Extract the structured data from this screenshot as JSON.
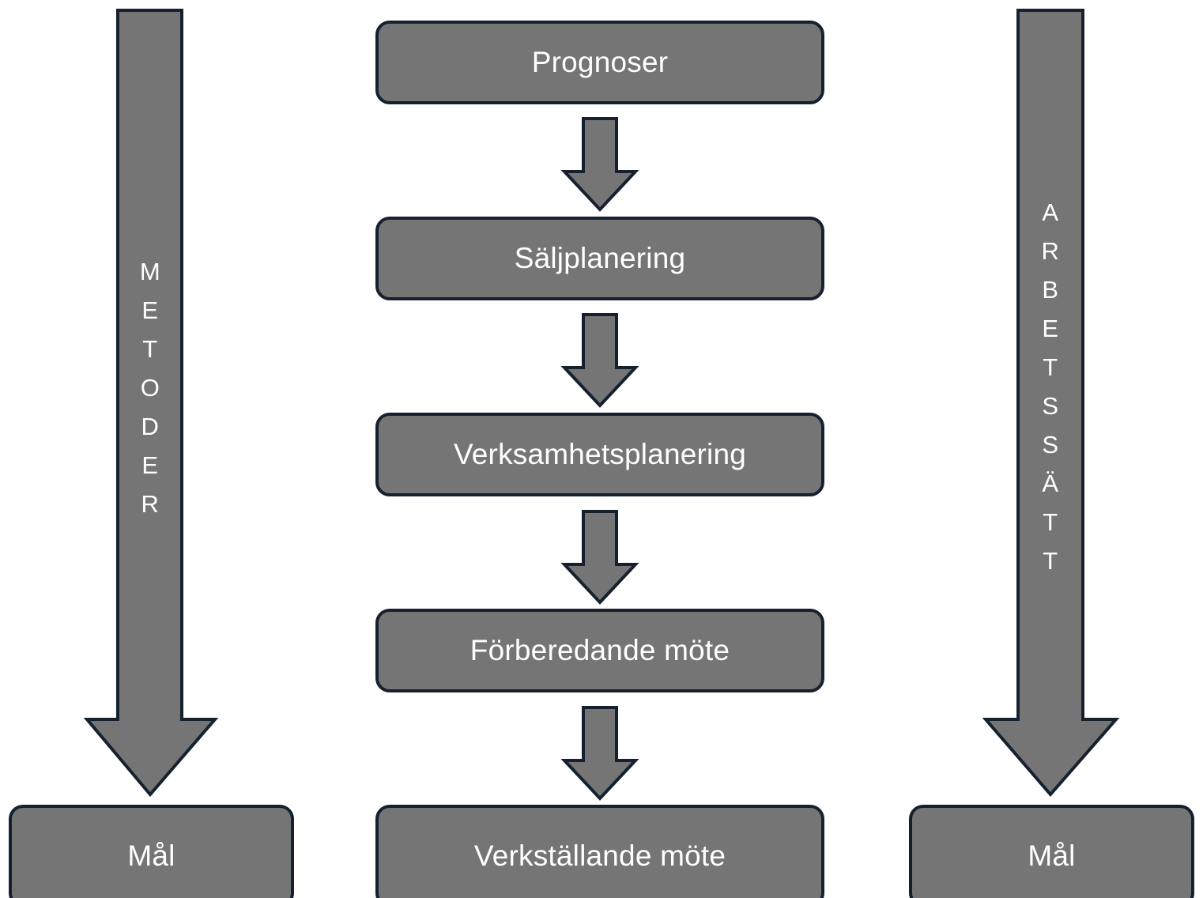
{
  "diagram": {
    "type": "flowchart",
    "orientation": "vertical",
    "language": "sv",
    "colors": {
      "node_fill": "#757575",
      "node_border": "#16212f",
      "node_text": "#ffffff",
      "arrow_fill": "#757575",
      "arrow_border": "#16212f",
      "background": "#ffffff"
    }
  },
  "left_column": {
    "arrow_label": "METODER",
    "arrow_letters": [
      "M",
      "E",
      "T",
      "O",
      "D",
      "E",
      "R"
    ],
    "target_label": "Mål"
  },
  "center_column": {
    "steps": [
      {
        "label": "Prognoser"
      },
      {
        "label": "Säljplanering"
      },
      {
        "label": "Verksamhetsplanering"
      },
      {
        "label": "Förberedande möte"
      },
      {
        "label": "Verkställande möte"
      }
    ]
  },
  "right_column": {
    "arrow_label": "ARBETSSÄTT",
    "arrow_letters": [
      "A",
      "R",
      "B",
      "E",
      "T",
      "S",
      "S",
      "Ä",
      "T",
      "T"
    ],
    "target_label": "Mål"
  }
}
